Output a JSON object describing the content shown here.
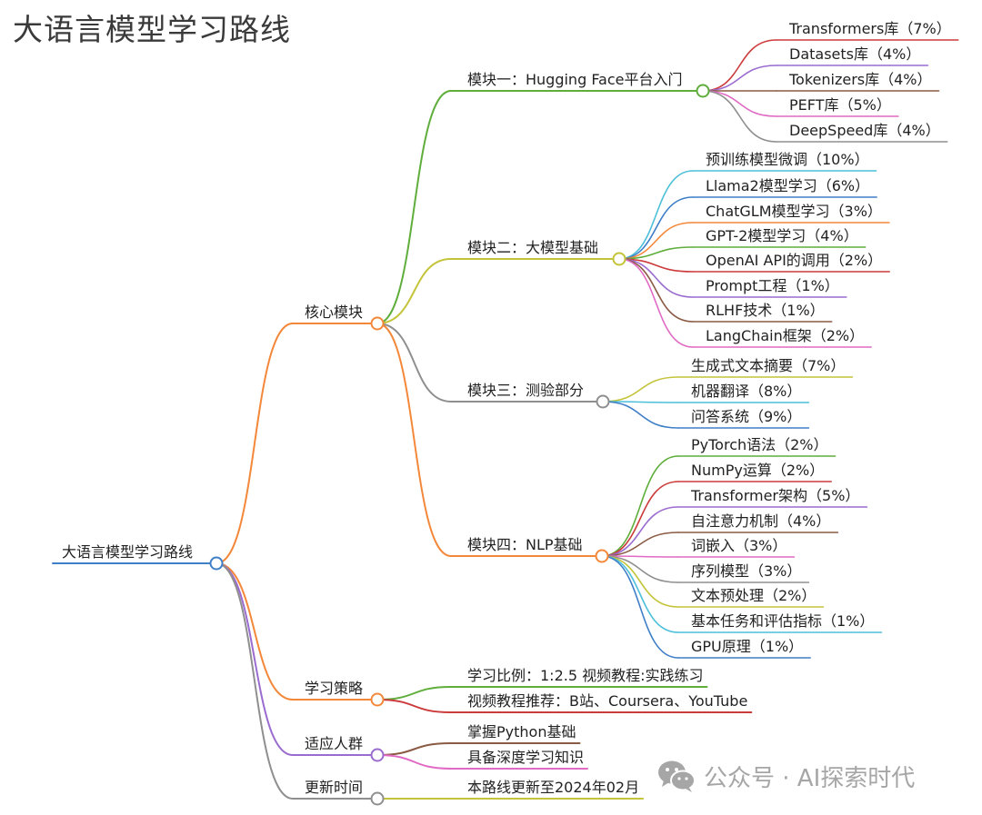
{
  "title": "大语言模型学习路线",
  "watermark": {
    "icon": "wechat-icon",
    "text": "公众号 · AI探索时代"
  },
  "mindmap": {
    "label": "大语言模型学习路线",
    "color": "#3f7fc7",
    "children": [
      {
        "label": "核心模块",
        "color": "#f4883a",
        "children": [
          {
            "label": "模块一：Hugging Face平台入门",
            "color": "#5fae3c",
            "children": [
              {
                "label": "Transformers库（7%）",
                "color": "#cc3b3b"
              },
              {
                "label": "Datasets库（4%）",
                "color": "#9b6cd0"
              },
              {
                "label": "Tokenizers库（4%）",
                "color": "#8a5a43"
              },
              {
                "label": "PEFT库（5%）",
                "color": "#e06ac4"
              },
              {
                "label": "DeepSpeed库（4%）",
                "color": "#8f8f8f"
              }
            ]
          },
          {
            "label": "模块二：大模型基础",
            "color": "#c4c43a",
            "children": [
              {
                "label": "预训练模型微调（10%）",
                "color": "#4cbfd9"
              },
              {
                "label": "Llama2模型学习（6%）",
                "color": "#3f7fc7"
              },
              {
                "label": "ChatGLM模型学习（3%）",
                "color": "#f4883a"
              },
              {
                "label": "GPT-2模型学习（4%）",
                "color": "#5fae3c"
              },
              {
                "label": "OpenAI API的调用（2%）",
                "color": "#cc3b3b"
              },
              {
                "label": "Prompt工程（1%）",
                "color": "#9b6cd0"
              },
              {
                "label": "RLHF技术（1%）",
                "color": "#8a5a43"
              },
              {
                "label": "LangChain框架（2%）",
                "color": "#e06ac4"
              }
            ]
          },
          {
            "label": "模块三：测验部分",
            "color": "#8f8f8f",
            "children": [
              {
                "label": "生成式文本摘要（7%）",
                "color": "#c4c43a"
              },
              {
                "label": "机器翻译（8%）",
                "color": "#4cbfd9"
              },
              {
                "label": "问答系统（9%）",
                "color": "#3f7fc7"
              }
            ]
          },
          {
            "label": "模块四：NLP基础",
            "color": "#f4883a",
            "children": [
              {
                "label": "PyTorch语法（2%）",
                "color": "#5fae3c"
              },
              {
                "label": "NumPy运算（2%）",
                "color": "#cc3b3b"
              },
              {
                "label": "Transformer架构（5%）",
                "color": "#9b6cd0"
              },
              {
                "label": "自注意力机制（4%）",
                "color": "#8a5a43"
              },
              {
                "label": "词嵌入（3%）",
                "color": "#e06ac4"
              },
              {
                "label": "序列模型（3%）",
                "color": "#8f8f8f"
              },
              {
                "label": "文本预处理（2%）",
                "color": "#c4c43a"
              },
              {
                "label": "基本任务和评估指标（1%）",
                "color": "#4cbfd9"
              },
              {
                "label": "GPU原理（1%）",
                "color": "#3f7fc7"
              }
            ]
          }
        ]
      },
      {
        "label": "学习策略",
        "color": "#f4883a",
        "children": [
          {
            "label": "学习比例：1:2.5 视频教程:实践练习",
            "color": "#5fae3c"
          },
          {
            "label": "视频教程推荐：B站、Coursera、YouTube",
            "color": "#cc3b3b"
          }
        ]
      },
      {
        "label": "适应人群",
        "color": "#9b6cd0",
        "children": [
          {
            "label": "掌握Python基础",
            "color": "#8a5a43"
          },
          {
            "label": "具备深度学习知识",
            "color": "#e06ac4"
          }
        ]
      },
      {
        "label": "更新时间",
        "color": "#8f8f8f",
        "children": [
          {
            "label": "本路线更新至2024年02月",
            "color": "#c4c43a"
          }
        ]
      }
    ]
  }
}
